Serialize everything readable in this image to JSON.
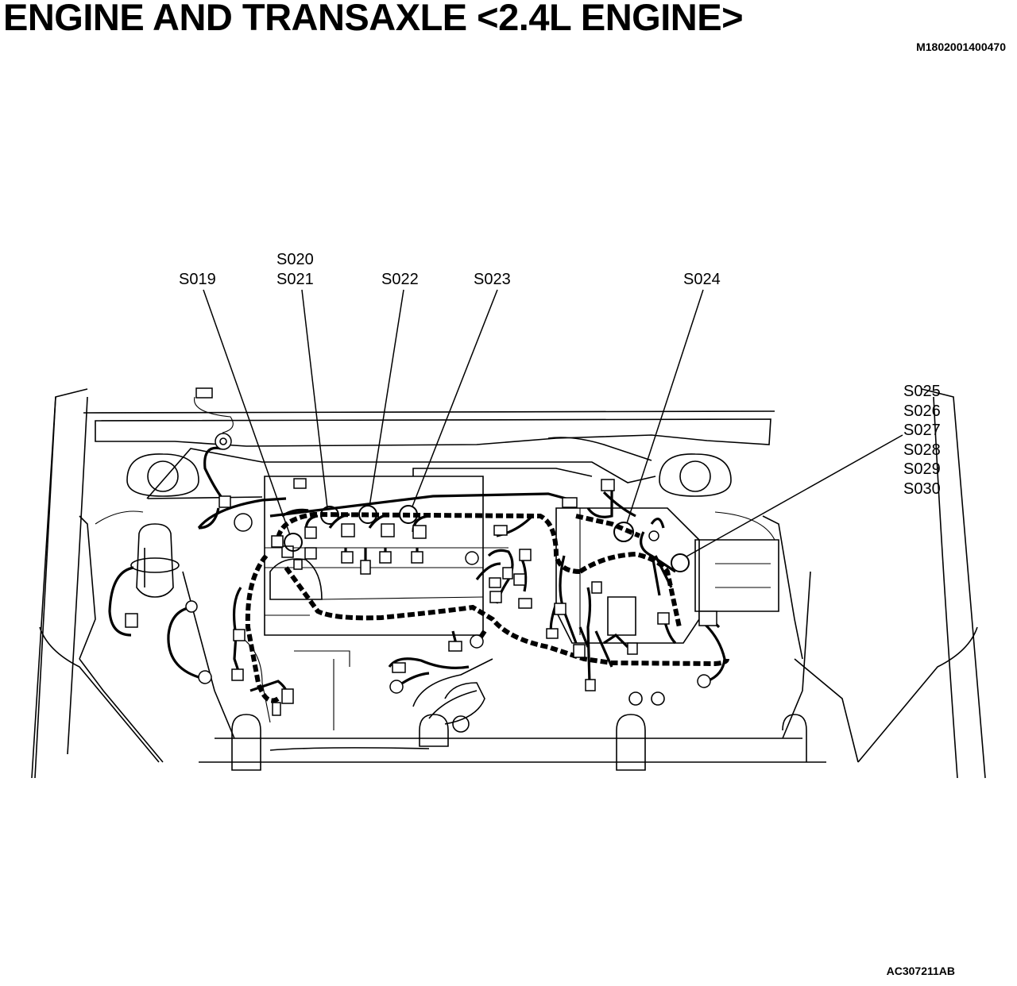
{
  "header": {
    "title": "ENGINE AND TRANSAXLE <2.4L ENGINE>",
    "doc_code": "M1802001400470"
  },
  "callouts": {
    "s019": "S019",
    "s020": "S020",
    "s021": "S021",
    "s022": "S022",
    "s023": "S023",
    "s024": "S024",
    "s025": "S025",
    "s026": "S026",
    "s027": "S027",
    "s028": "S028",
    "s029": "S029",
    "s030": "S030"
  },
  "footer": {
    "figure_code": "AC307211AB"
  }
}
